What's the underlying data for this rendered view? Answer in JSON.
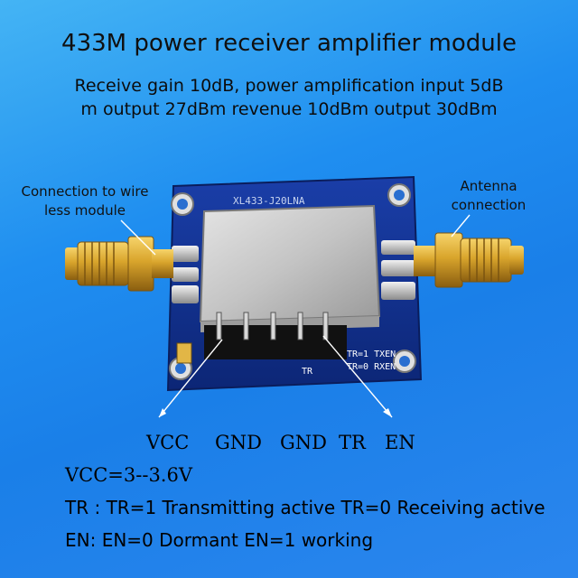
{
  "title": "433M power receiver amplifier module",
  "subtitle_line1": "Receive gain 10dB, power amplification input 5dB",
  "subtitle_line2": "m output 27dBm revenue 10dBm output 30dBm",
  "left_callout_line1": "Connection to wire",
  "left_callout_line2": "less module",
  "right_callout_line1": "Antenna",
  "right_callout_line2": "connection",
  "board_silkscreen_top": "XL433-J20LNA",
  "board_tr1_label": "TR=1  TXEN",
  "board_tr0_label": "TR=0  RXEN",
  "board_tr_label": "TR",
  "pins": [
    "VCC",
    "GND",
    "GND",
    "TR",
    "EN"
  ],
  "spec_vcc": "VCC=3--3.6V",
  "spec_tr": "TR : TR=1 Transmitting active  TR=0 Receiving active",
  "spec_en": "EN:  EN=0  Dormant   EN=1 working",
  "colors": {
    "background": "#1f8ef0",
    "pcb": "#0f2f8c",
    "shield": "#c8c8c8",
    "connector_gold": "#d9a52c"
  }
}
